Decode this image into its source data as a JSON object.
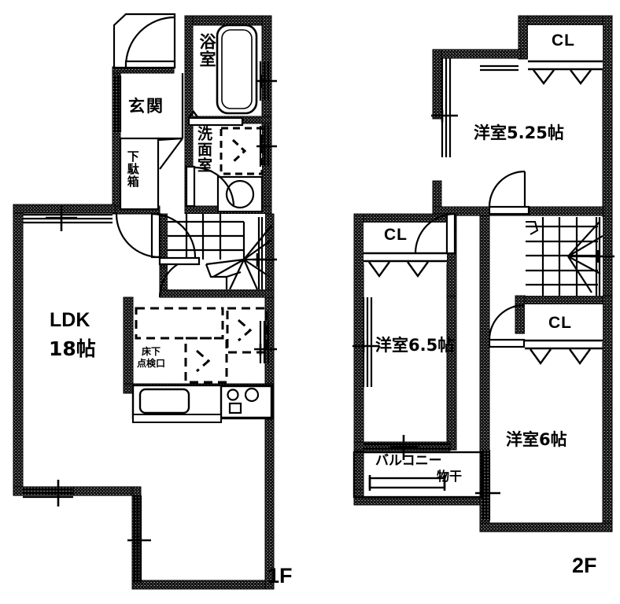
{
  "document": {
    "kind": "real-estate-floor-plan",
    "language": "ja"
  },
  "floors": [
    {
      "id": "first-floor",
      "tag": "1F",
      "rooms": [
        {
          "id": "ldk",
          "name": "LDK",
          "area": "18帖",
          "label_line1": "LDK",
          "label_line2": "18帖"
        },
        {
          "id": "genkan",
          "name": "玄関",
          "label": "玄関"
        },
        {
          "id": "getabako",
          "name": "下駄箱",
          "label": "下駄箱"
        },
        {
          "id": "yokushitsu",
          "name": "浴室",
          "label": "浴室"
        },
        {
          "id": "senmenshitsu",
          "name": "洗面室",
          "label": "洗面室"
        }
      ],
      "annotations": [
        {
          "id": "yukashita-tenkenguchi",
          "label_line1": "床下",
          "label_line2": "点検口"
        }
      ]
    },
    {
      "id": "second-floor",
      "tag": "2F",
      "rooms": [
        {
          "id": "washitsu-525",
          "name": "洋室5.25帖",
          "label": "洋室5.25帖",
          "area": "5.25帖"
        },
        {
          "id": "washitsu-65",
          "name": "洋室6.5帖",
          "label": "洋室6.5帖",
          "area": "6.5帖"
        },
        {
          "id": "washitsu-6",
          "name": "洋室6帖",
          "label": "洋室6帖",
          "area": "6帖"
        },
        {
          "id": "balcony",
          "name": "バルコニー",
          "label": "バルコニー"
        }
      ],
      "closets": [
        {
          "id": "cl-top-right",
          "label": "CL"
        },
        {
          "id": "cl-middle-left",
          "label": "CL"
        },
        {
          "id": "cl-middle-right",
          "label": "CL"
        }
      ],
      "annotations": [
        {
          "id": "monohoshi",
          "label": "物干"
        }
      ]
    }
  ],
  "colors": {
    "wall": "#1a1a1a",
    "wall_fill_hatch": "#2b2b2b",
    "line": "#000000",
    "background": "#ffffff"
  }
}
